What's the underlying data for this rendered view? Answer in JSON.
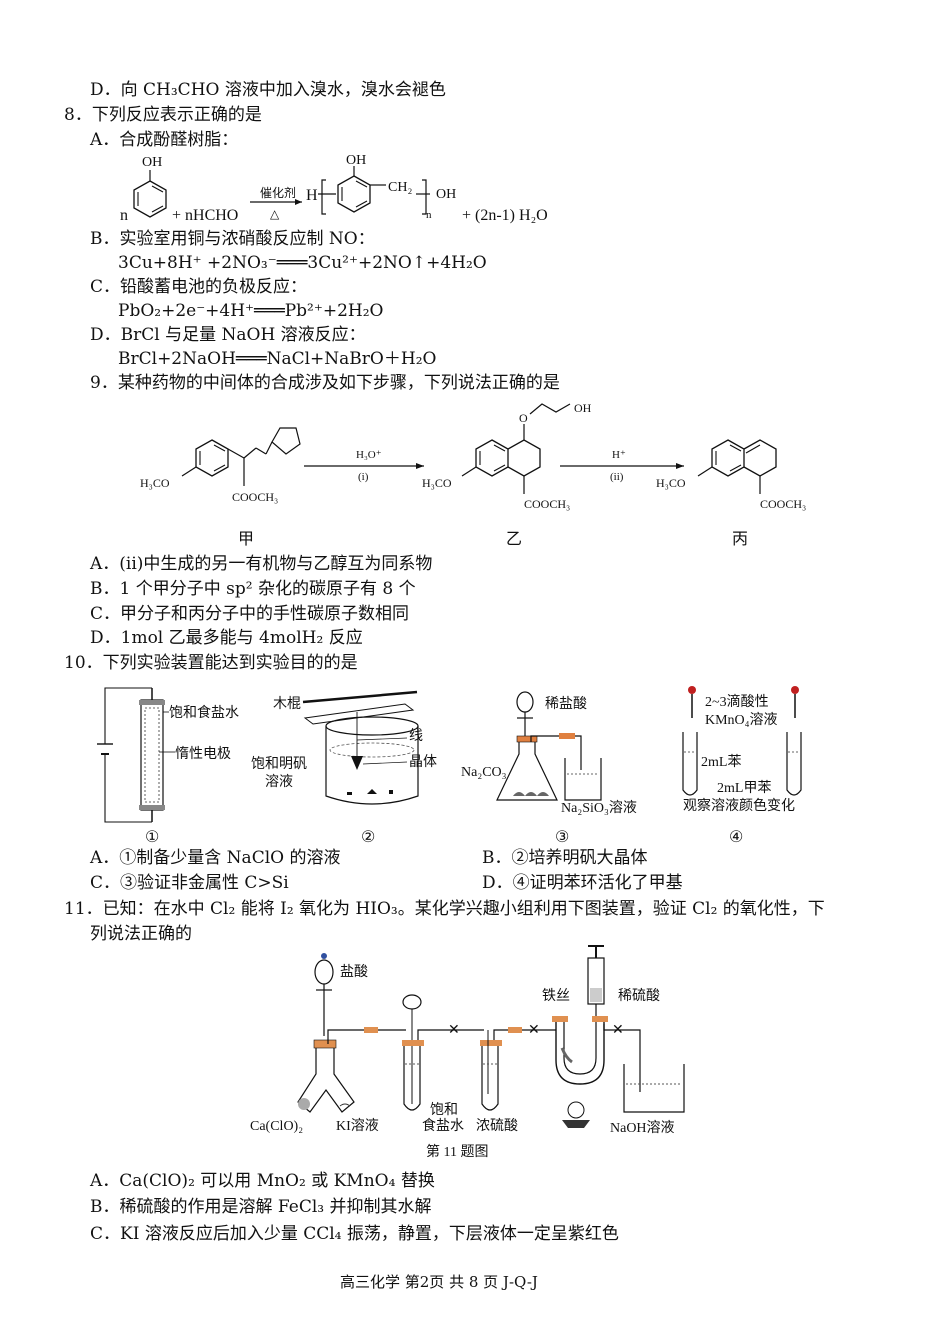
{
  "lines": {
    "l1": "D．向 CH₃CHO 溶液中加入溴水，溴水会褪色",
    "l2": "8．下列反应表示正确的是",
    "l3": "A．合成酚醛树脂：",
    "l4": "B．实验室用铜与浓硝酸反应制 NO：",
    "l5": "3Cu+8H⁺ +2NO₃⁻═══3Cu²⁺+2NO↑+4H₂O",
    "l6": "C．铅酸蓄电池的负极反应：",
    "l7": "PbO₂+2e⁻+4H⁺═══Pb²⁺+2H₂O",
    "l8": "D．BrCl 与足量 NaOH 溶液反应：",
    "l9": "BrCl+2NaOH═══NaCl+NaBrO＋H₂O",
    "l10": "9．某种药物的中间体的合成涉及如下步骤，下列说法正确的是",
    "l11": "A．(ii)中生成的另一有机物与乙醇互为同系物",
    "l12": "B．1 个甲分子中 sp² 杂化的碳原子有 8 个",
    "l13": "C．甲分子和丙分子中的手性碳原子数相同",
    "l14": "D．1mol 乙最多能与 4molH₂ 反应",
    "l15": "10．下列实验装置能达到实验目的的是",
    "l16a": "A．①制备少量含 NaClO 的溶液",
    "l16b": "B．②培养明矾大晶体",
    "l17a": "C．③验证非金属性 C>Si",
    "l17b": "D．④证明苯环活化了甲基",
    "l18": "11．已知：在水中 Cl₂ 能将 I₂ 氧化为 HIO₃。某化学兴趣小组利用下图装置，验证 Cl₂ 的氧化性，下",
    "l19": "列说法正确的",
    "l20": "A．Ca(ClO)₂ 可以用 MnO₂ 或 KMnO₄ 替换",
    "l21": "B．稀硫酸的作用是溶解 FeCl₃ 并抑制其水解",
    "l22": "C．KI 溶液反应后加入少量 CCl₄ 振荡，静置，下层液体一定呈紫红色",
    "footer": "高三化学 第2页 共 8 页 J-Q-J"
  },
  "fig8": {
    "oh": "OH",
    "n": "n",
    "nhcho": "+ nHCHO",
    "catalyst": "催化剂",
    "heat": "△",
    "h": "H",
    "oh2": "OH",
    "ch2": "CH₂",
    "oh3": "OH",
    "sub_n": "n",
    "water": "+ (2n-1) H₂O"
  },
  "fig9": {
    "h3co_a": "H₃CO",
    "cooch3_a": "COOCH₃",
    "reagent1": "H₃O⁺",
    "step1": "(i)",
    "h3co_b": "H₃CO",
    "cooch3_b": "COOCH₃",
    "o_b": "O",
    "oh_b": "OH",
    "reagent2": "H⁺",
    "step2": "(ii)",
    "h3co_c": "H₃CO",
    "cooch3_c": "COOCH₃",
    "label_a": "甲",
    "label_b": "乙",
    "label_c": "丙"
  },
  "fig10": {
    "a1": "饱和食盐水",
    "a2": "惰性电极",
    "b1": "木棍",
    "b2": "线",
    "b3": "饱和明矾",
    "b4": "溶液",
    "b5": "晶体",
    "c1": "稀盐酸",
    "c2": "Na₂CO₃",
    "c3": "Na₂SiO₃溶液",
    "d1": "2~3滴酸性",
    "d2": "KMnO₄溶液",
    "d3": "2mL苯",
    "d4": "2mL甲苯",
    "d5": "观察溶液颜色变化",
    "n1": "①",
    "n2": "②",
    "n3": "③",
    "n4": "④"
  },
  "fig11": {
    "hcl": "盐酸",
    "fe": "铁丝",
    "h2so4": "稀硫酸",
    "caclo": "Ca(ClO)₂",
    "ki": "KI溶液",
    "brine1": "饱和",
    "brine2": "食盐水",
    "conc": "浓硫酸",
    "naoh": "NaOH溶液",
    "caption": "第 11 题图"
  }
}
